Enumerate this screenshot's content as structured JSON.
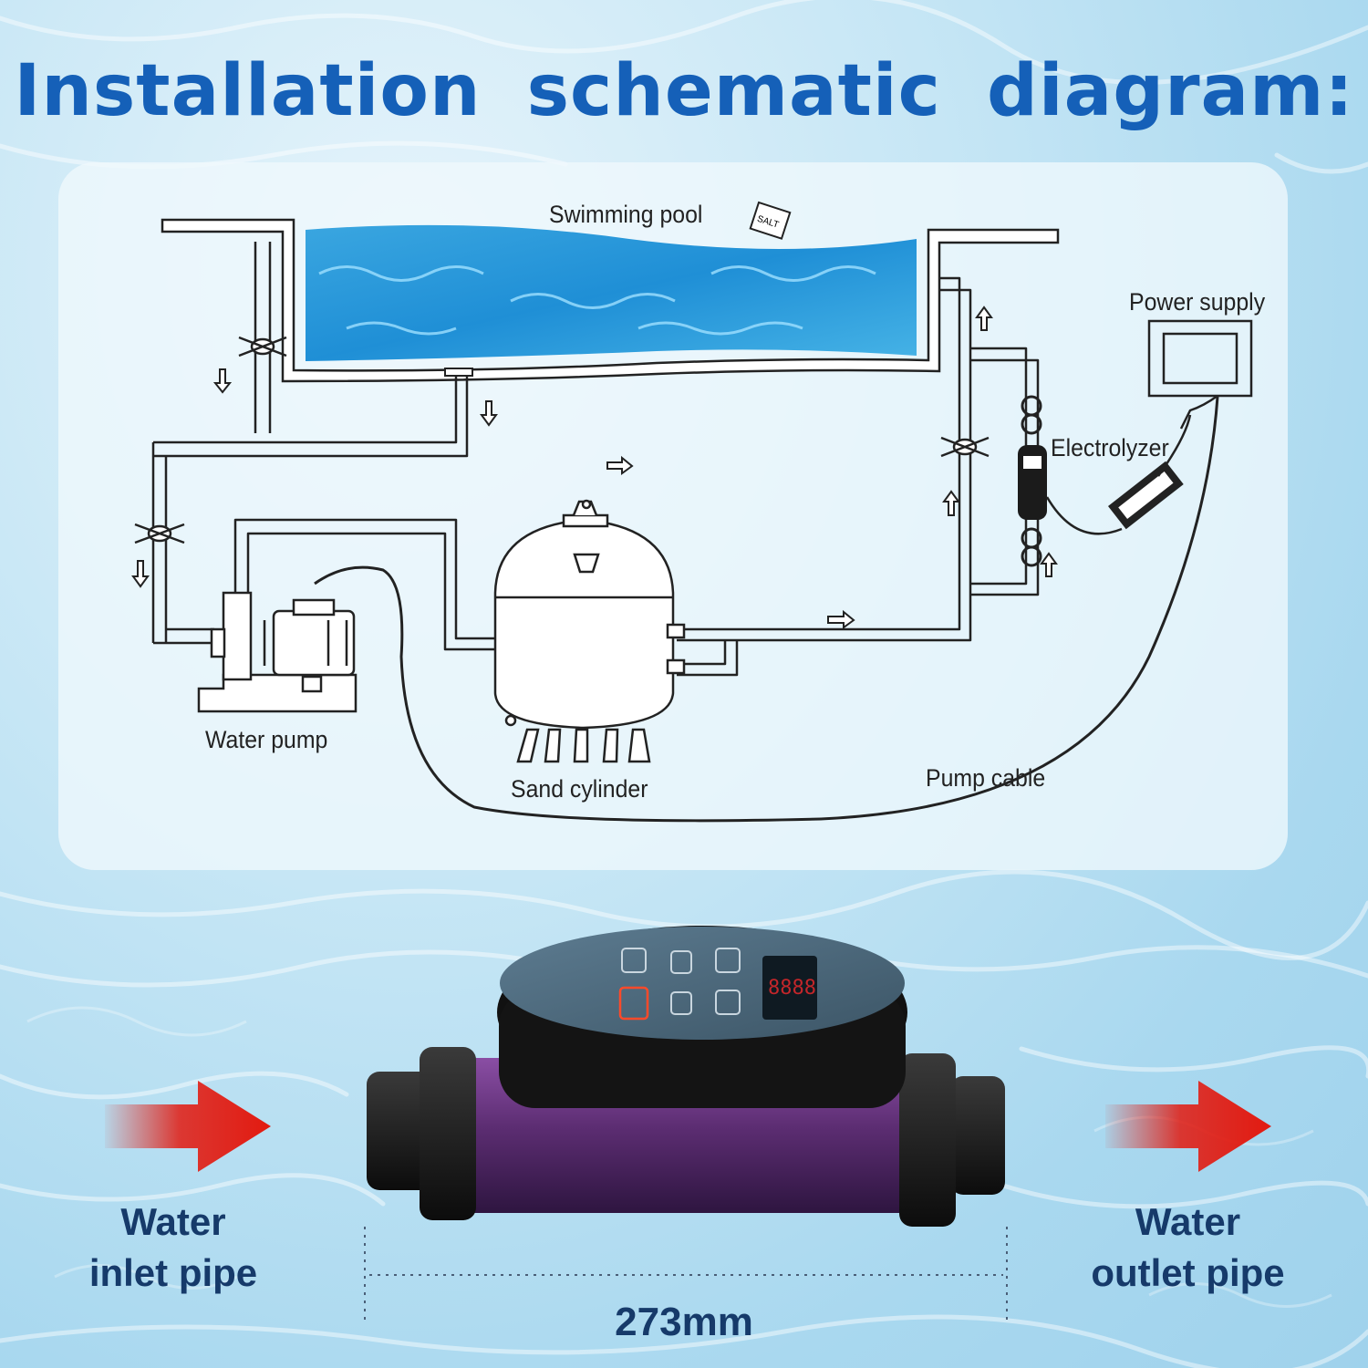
{
  "title": "Installation schematic diagram:",
  "diagram": {
    "labels": {
      "pool": "Swimming pool",
      "salt": "SALT",
      "power": "Power supply",
      "electrolyzer": "Electrolyzer",
      "pump": "Water pump",
      "sand": "Sand cylinder",
      "cable": "Pump cable"
    }
  },
  "product": {
    "inlet_line1": "Water",
    "inlet_line2": "inlet pipe",
    "outlet_line1": "Water",
    "outlet_line2": "outlet pipe",
    "dimension": "273mm"
  },
  "colors": {
    "title": "#1560b8",
    "arrow": "#e21a10",
    "label": "#163a6a",
    "body": "#5a2d6b"
  }
}
